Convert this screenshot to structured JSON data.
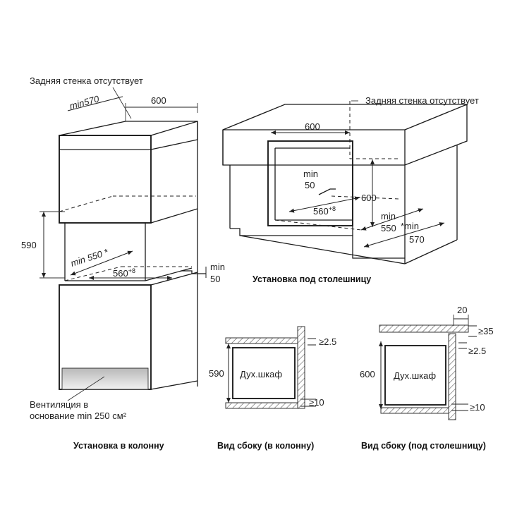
{
  "labels": {
    "no_back_wall_left": "Задняя стенка отсутствует",
    "no_back_wall_right": "Задняя стенка отсутствует",
    "ventilation_line1": "Вентиляция в",
    "ventilation_line2": "основание min 250 см²",
    "install_column": "Установка в колонну",
    "install_under_counter": "Установка под столешницу",
    "side_view_column": "Вид сбоку (в колонну)",
    "side_view_counter": "Вид сбоку (под столешницу)"
  },
  "column_dims": {
    "min570": "min570",
    "width600": "600",
    "height590": "590",
    "min550": "min 550 *",
    "opening560": "560",
    "opening560_sup": "+8",
    "min_label": "min",
    "min50": "50"
  },
  "counter_dims": {
    "width600": "600",
    "min_label": "min",
    "min50": "50",
    "height600": "600",
    "opening560": "560",
    "opening560_sup": "+8",
    "min550_a": "min",
    "min550_b": "550",
    "star_min": "*min",
    "depth570": "570"
  },
  "side_column": {
    "cabinet_label": "Дух.шкаф",
    "height590": "590",
    "gap_top": "≥2.5",
    "gap_bottom": "≥10"
  },
  "side_counter": {
    "cabinet_label": "Дух.шкаф",
    "height600": "600",
    "gap20": "20",
    "gap35": "≥35",
    "gap_top": "≥2.5",
    "gap_bottom": "≥10"
  }
}
